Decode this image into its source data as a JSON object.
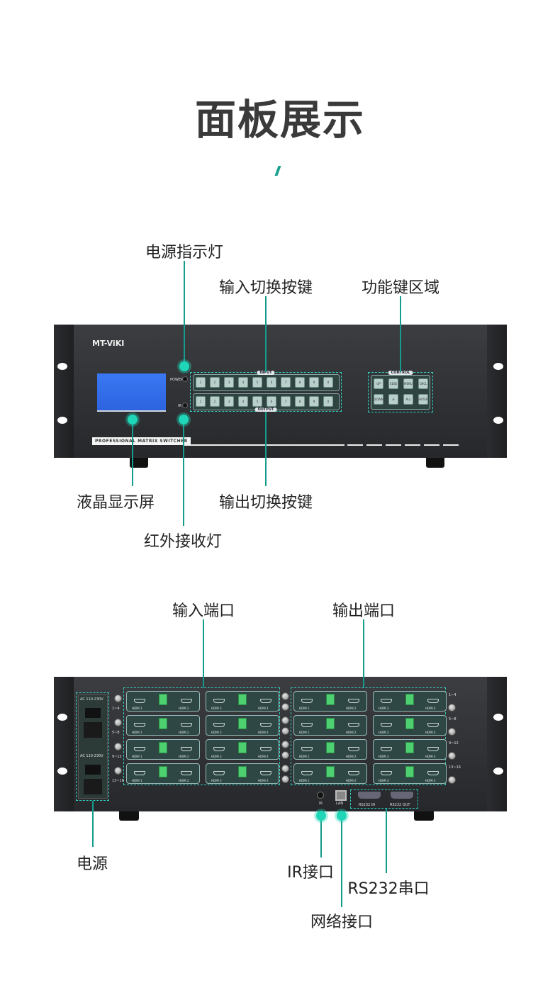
{
  "title": "面板展示",
  "front": {
    "brand": "MT-ViKI",
    "power_label": "POWER",
    "ir_label": "IR",
    "input_tag": "INPUT",
    "output_tag": "OUTPUT",
    "control_tag": "CONTROL",
    "input_buttons": [
      "1",
      "2",
      "3",
      "4",
      "5",
      "6",
      "7",
      "8",
      "9",
      "0"
    ],
    "output_buttons": [
      "1",
      "2",
      "3",
      "4",
      "5",
      "6",
      "7",
      "8",
      "9",
      "0"
    ],
    "control_buttons": [
      "UP",
      "EDID",
      "MENU",
      "CNCL",
      "DOWN",
      "&",
      "ALL",
      "ENTER"
    ],
    "strip": "PROFESSIONAL MATRIX SWITCHER",
    "callouts": {
      "power_led": "电源指示灯",
      "input_keys": "输入切换按键",
      "function_keys": "功能键区域",
      "lcd": "液晶显示屏",
      "output_keys": "输出切换按键",
      "ir_led": "红外接收灯"
    }
  },
  "rear": {
    "ac_label": "AC 110-230V",
    "groups": [
      "1~4",
      "5~8",
      "9~12",
      "13~16"
    ],
    "input_card_labels": [
      [
        "HDMI 1",
        "HDMI 2"
      ],
      [
        "HDMI 3",
        "HDMI 4"
      ]
    ],
    "output_card_labels": [
      [
        "HDMI 1",
        "HDMI 2"
      ],
      [
        "HDMI 3",
        "HDMI 4"
      ]
    ],
    "ir": "IR",
    "lan": "LAN",
    "rs232_in": "RS232 IN",
    "rs232_out": "RS232 OUT",
    "callouts": {
      "input_ports": "输入端口",
      "output_ports": "输出端口",
      "power": "电源",
      "ir": "IR接口",
      "network": "网络接口",
      "rs232": "RS232串口"
    }
  },
  "colors": {
    "accent": "#149c8c",
    "highlight": "#1fd6b8"
  }
}
